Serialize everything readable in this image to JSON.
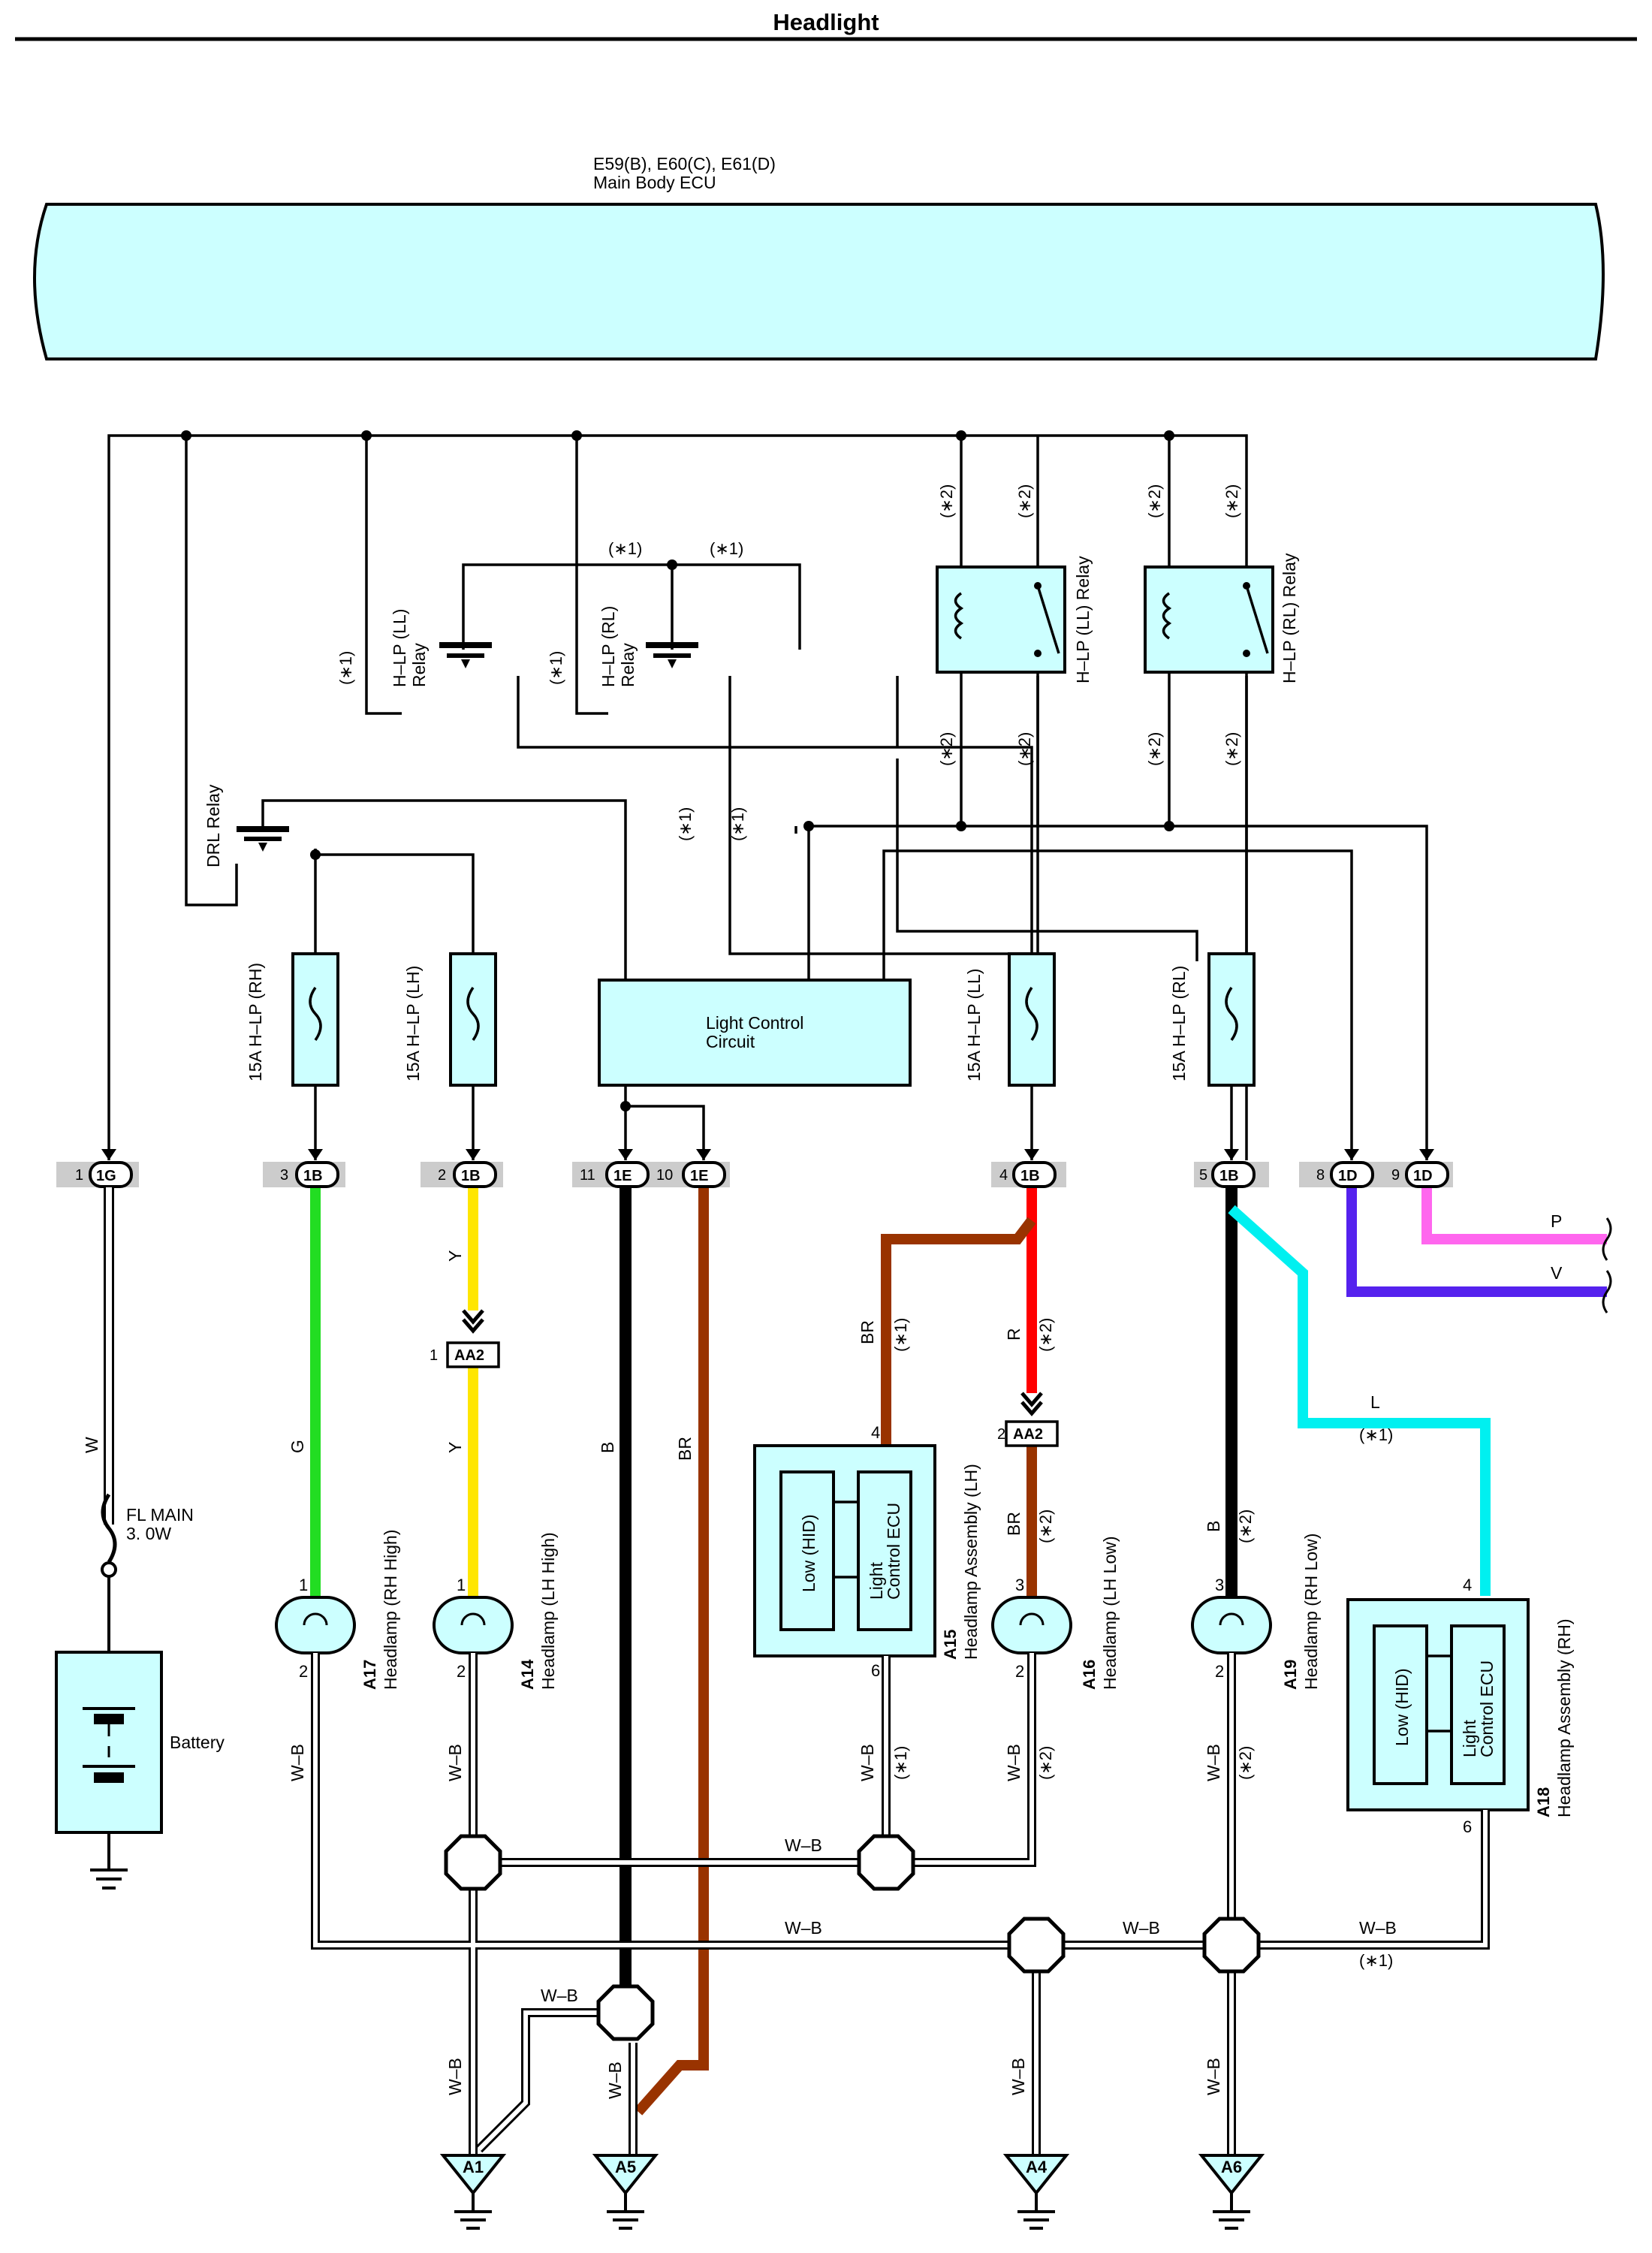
{
  "title": "Headlight",
  "ecu": {
    "codes": "E59(B), E60(C), E61(D)",
    "name": "Main Body ECU"
  },
  "notes": {
    "n1": "(∗1)",
    "n2": "(∗2)"
  },
  "relays": {
    "drl": "DRL Relay",
    "hlp_ll_top": "H–LP (LL)",
    "hlp_ll_bot": "Relay",
    "hlp_rl_top": "H–LP (RL)",
    "hlp_rl_bot": "Relay",
    "hlp_ll_relay": "H–LP (LL) Relay",
    "hlp_rl_relay": "H–LP (RL) Relay"
  },
  "fuses": {
    "rh": "15A H–LP (RH)",
    "lh": "15A H–LP (LH)",
    "ll": "15A H–LP (LL)",
    "rl": "15A H–LP (RL)",
    "main_1": "FL MAIN",
    "main_2": "3. 0W"
  },
  "light_control": {
    "line1": "Light Control",
    "line2": "Circuit"
  },
  "connectors": [
    {
      "pin": "1",
      "id": "1G"
    },
    {
      "pin": "3",
      "id": "1B"
    },
    {
      "pin": "2",
      "id": "1B"
    },
    {
      "pin": "11",
      "id": "1E"
    },
    {
      "pin": "10",
      "id": "1E"
    },
    {
      "pin": "4",
      "id": "1B"
    },
    {
      "pin": "5",
      "id": "1B"
    },
    {
      "pin": "8",
      "id": "1D"
    },
    {
      "pin": "9",
      "id": "1D"
    }
  ],
  "junction": {
    "id": "AA2",
    "pin_y": "1",
    "pin_r": "2"
  },
  "wire_colors": {
    "w": "W",
    "g": "G",
    "y": "Y",
    "b": "B",
    "br": "BR",
    "r": "R",
    "l": "L",
    "p": "P",
    "v": "V",
    "wb": "W–B"
  },
  "components": {
    "a17_id": "A17",
    "a17_name": "Headlamp (RH High)",
    "a14_id": "A14",
    "a14_name": "Headlamp (LH High)",
    "a15_id": "A15",
    "a15_name": "Headlamp Assembly (LH)",
    "a16_id": "A16",
    "a16_name": "Headlamp (LH Low)",
    "a19_id": "A19",
    "a19_name": "Headlamp (RH Low)",
    "a18_id": "A18",
    "a18_name": "Headlamp Assembly (RH)",
    "low_hid": "Low (HID)",
    "ecu_line1": "Light",
    "ecu_line2": "Control ECU",
    "battery": "Battery"
  },
  "pins": {
    "p1": "1",
    "p2": "2",
    "p3": "3",
    "p4": "4",
    "p6": "6"
  },
  "grounds": {
    "a1": "A1",
    "a5": "A5",
    "a4": "A4",
    "a6": "A6"
  },
  "colors": {
    "ecu_fill": "#ccffff",
    "green": "#22dd22",
    "yellow": "#ffe600",
    "black": "#000000",
    "brown": "#993300",
    "red": "#ff0000",
    "cyan": "#00f0f0",
    "violet": "#5522ee",
    "pink": "#ff66ee"
  }
}
